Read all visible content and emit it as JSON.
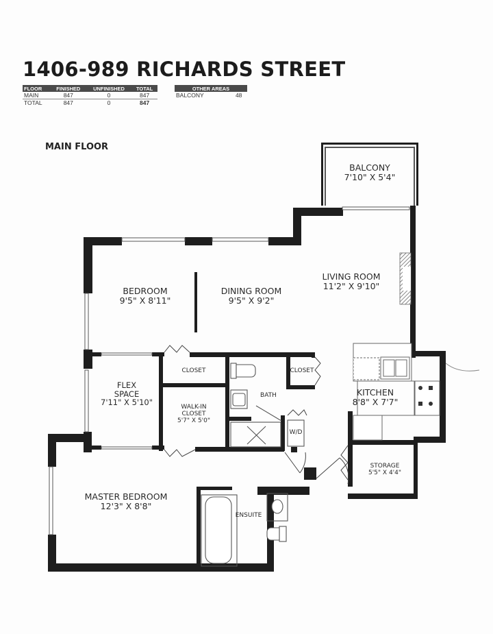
{
  "header": {
    "title": "1406-989 RICHARDS STREET"
  },
  "area_table": {
    "columns": [
      "FLOOR",
      "FINISHED",
      "UNFINISHED",
      "TOTAL"
    ],
    "rows": [
      {
        "floor": "MAIN",
        "finished": "847",
        "unfinished": "0",
        "total": "847"
      },
      {
        "floor": "TOTAL",
        "finished": "847",
        "unfinished": "0",
        "total": "847"
      }
    ]
  },
  "other_areas": {
    "header": "OTHER AREAS",
    "rows": [
      {
        "name": "BALCONY",
        "value": "48"
      }
    ]
  },
  "floor_label": "MAIN FLOOR",
  "rooms": {
    "balcony": {
      "name": "BALCONY",
      "dims": "7'10\" X 5'4\""
    },
    "bedroom": {
      "name": "BEDROOM",
      "dims": "9'5\" X 8'11\""
    },
    "dining": {
      "name": "DINING ROOM",
      "dims": "9'5\" X 9'2\""
    },
    "living": {
      "name": "LIVING ROOM",
      "dims": "11'2\" X 9'10\""
    },
    "flex": {
      "name1": "FLEX",
      "name2": "SPACE",
      "dims": "7'11\" X 5'10\""
    },
    "closet1": {
      "name": "CLOSET"
    },
    "closet2": {
      "name": "CLOSET"
    },
    "walkin": {
      "name1": "WALK-IN",
      "name2": "CLOSET",
      "dims": "5'7\" X 5'0\""
    },
    "bath": {
      "name": "BATH"
    },
    "wd": {
      "name": "W/D"
    },
    "kitchen": {
      "name": "KITCHEN",
      "dims": "8'8\" X 7'7\""
    },
    "storage": {
      "name": "STORAGE",
      "dims": "5'5\" X 4'4\""
    },
    "master": {
      "name": "MASTER BEDROOM",
      "dims": "12'3\" X 8'8\""
    },
    "ensuite": {
      "name": "ENSUITE"
    }
  },
  "colors": {
    "wall": "#1e1e1e",
    "table_header": "#4a4a4a",
    "background": "#fdfdfd"
  }
}
